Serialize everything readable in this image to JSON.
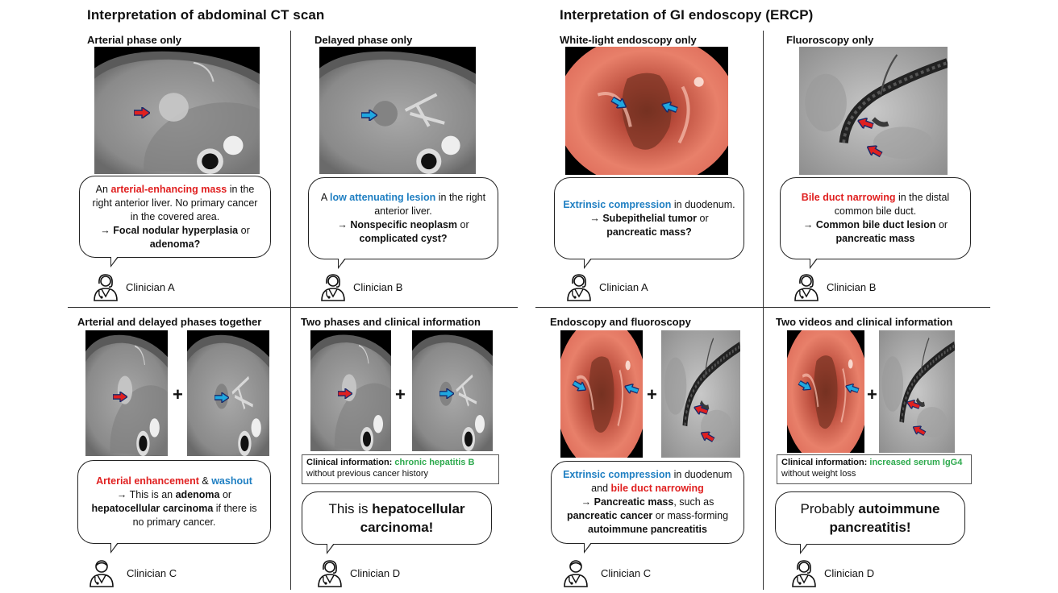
{
  "sections": {
    "ct_title": "Interpretation of abdominal CT scan",
    "gi_title": "Interpretation of GI endoscopy (ERCP)"
  },
  "panels": {
    "p1": {
      "title": "Arterial phase only",
      "bubble": {
        "t1": "An ",
        "t2": "arterial-enhancing mass",
        "t3": " in the right anterior liver. No primary cancer in the covered area.",
        "t4": "→ ",
        "t5": "Focal nodular hyperplasia",
        "t6": " or ",
        "t7": "adenoma?"
      },
      "clinician": "Clinician A"
    },
    "p2": {
      "title": "Delayed phase only",
      "bubble": {
        "t1": "A ",
        "t2": "low attenuating lesion",
        "t3": " in the right anterior liver.",
        "t4": "→ ",
        "t5": "Nonspecific neoplasm",
        "t6": " or ",
        "t7": "complicated cyst?"
      },
      "clinician": "Clinician B"
    },
    "p3": {
      "title": "White-light endoscopy only",
      "bubble": {
        "t2": "Extrinsic compression",
        "t3": " in duodenum.",
        "t4": "→ ",
        "t5": "Subepithelial tumor",
        "t6": " or ",
        "t7": "pancreatic mass?"
      },
      "clinician": "Clinician A"
    },
    "p4": {
      "title": "Fluoroscopy only",
      "bubble": {
        "t2": "Bile duct narrowing",
        "t3": " in the distal common bile duct.",
        "t4": "→ ",
        "t5": "Common bile duct lesion",
        "t6": " or ",
        "t7": "pancreatic mass"
      },
      "clinician": "Clinician B"
    },
    "p5": {
      "title": "Arterial and delayed phases together",
      "bubble": {
        "t1": "Arterial enhancement",
        "t2": " & ",
        "t3": "washout",
        "t4": "→ This is an ",
        "t5": "adenoma",
        "t6": " or ",
        "t7": "hepatocellular carcinoma",
        "t8": " if there is no primary cancer."
      },
      "clinician": "Clinician C"
    },
    "p6": {
      "title": "Two phases and clinical information",
      "info": {
        "label": "Clinical information: ",
        "value": "chronic hepatitis B",
        "rest": " without previous cancer history"
      },
      "bubble": {
        "t1": "This is ",
        "t2": "hepatocellular carcinoma!"
      },
      "clinician": "Clinician D"
    },
    "p7": {
      "title": "Endoscopy and fluoroscopy",
      "bubble": {
        "t1": "Extrinsic compression",
        "t2": " in duodenum and ",
        "t3": "bile duct narrowing",
        "t4": "→ ",
        "t5": "Pancreatic mass",
        "t6": ", such as ",
        "t7": "pancreatic cancer",
        "t8": " or mass-forming ",
        "t9": "autoimmune pancreatitis"
      },
      "clinician": "Clinician C"
    },
    "p8": {
      "title": "Two videos and clinical information",
      "info": {
        "label": "Clinical information: ",
        "value": "increased serum IgG4",
        "rest": " without weight loss"
      },
      "bubble": {
        "t1": "Probably ",
        "t2": "autoimmune pancreatitis!"
      },
      "clinician": "Clinician D"
    }
  },
  "plus_sign": "+",
  "icons": [
    "clinician-avatar-icon",
    "arrow-marker-icon"
  ],
  "colors": {
    "red": "#e02020",
    "blue": "#1f7fc2",
    "green": "#2eaa4e"
  }
}
